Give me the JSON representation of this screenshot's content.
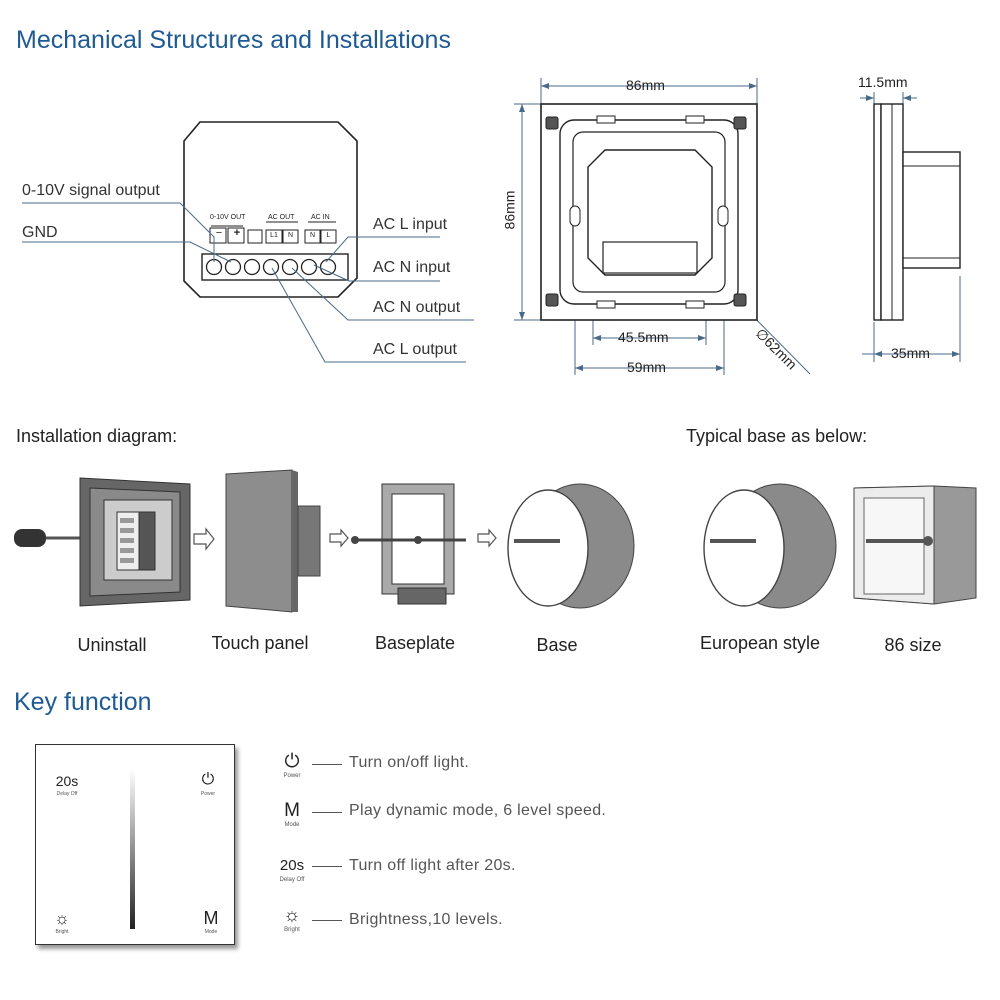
{
  "sections": {
    "mechanical_title": "Mechanical Structures and Installations",
    "installation_title": "Installation diagram:",
    "typical_base_title": "Typical base as below:",
    "key_function_title": "Key function"
  },
  "wiring": {
    "callouts": {
      "signal_output": "0-10V signal output",
      "gnd": "GND",
      "ac_l_input": "AC L input",
      "ac_n_input": "AC N input",
      "ac_n_output": "AC N output",
      "ac_l_output": "AC L output"
    },
    "terminal_groups": {
      "out_0_10v": "0-10V OUT",
      "ac_out": "AC OUT",
      "ac_in": "AC IN"
    },
    "terminal_marks": [
      "−",
      "+",
      "L1",
      "N",
      "N",
      "L"
    ]
  },
  "dimensions": {
    "width": "86mm",
    "height": "86mm",
    "inner_width": "45.5mm",
    "outer_width": "59mm",
    "diameter": "∅62mm",
    "depth_front": "11.5mm",
    "depth_total": "35mm"
  },
  "installation_steps": [
    "Uninstall",
    "Touch panel",
    "Baseplate",
    "Base"
  ],
  "base_types": [
    "European style",
    "86 size"
  ],
  "panel": {
    "delay_value": "20s",
    "delay_name": "Delay Off",
    "power_name": "Power",
    "bright_name": "Bright",
    "mode_glyph": "M",
    "mode_name": "Mode"
  },
  "key_functions": [
    {
      "icon": "power-icon",
      "glyph": "⏻",
      "name": "Power",
      "text": "Turn on/off light."
    },
    {
      "icon": "mode-icon",
      "glyph": "M",
      "name": "Mode",
      "text": "Play dynamic mode, 6 level speed."
    },
    {
      "icon": "delay-icon",
      "glyph": "20s",
      "name": "Delay Off",
      "text": "Turn off light after 20s."
    },
    {
      "icon": "brightness-icon",
      "glyph": "☼",
      "name": "Bright",
      "text": "Brightness,10 levels."
    }
  ]
}
